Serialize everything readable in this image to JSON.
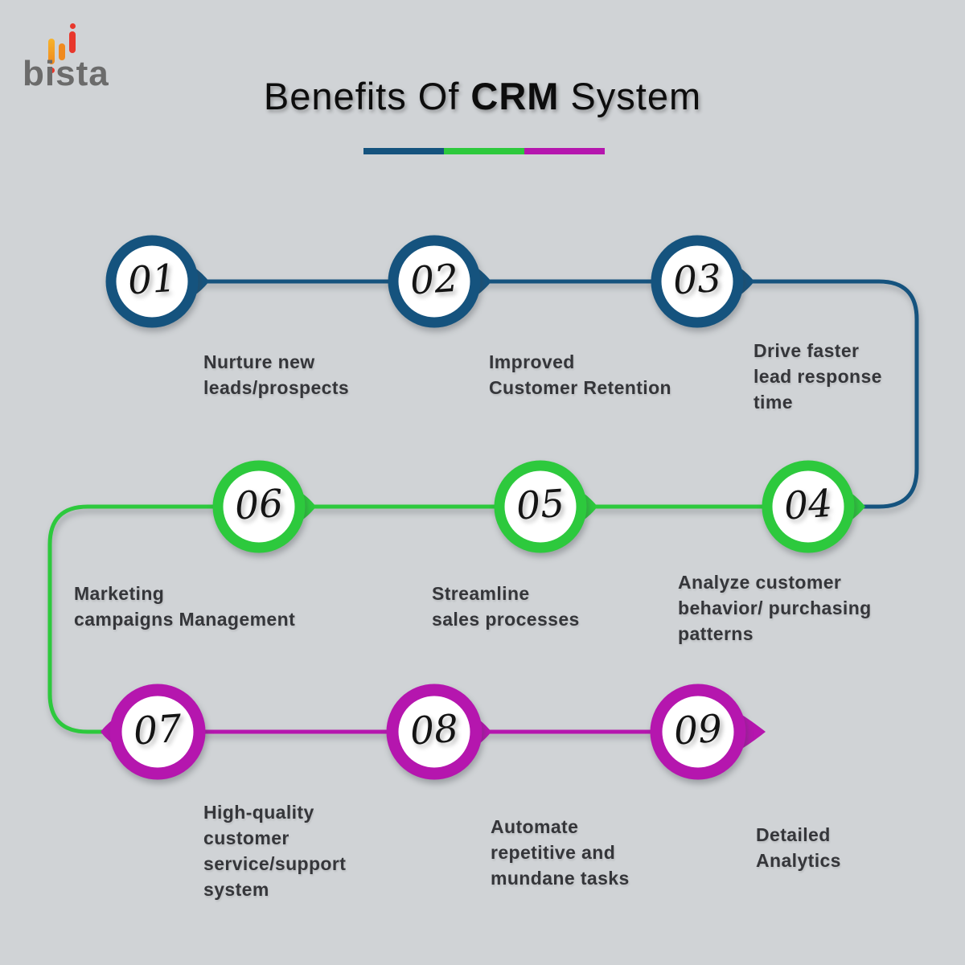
{
  "logo": {
    "text": "bista"
  },
  "title": {
    "prefix": "Benefits Of",
    "highlight": "CRM",
    "suffix": "System"
  },
  "colors": {
    "background": "#D0D3D6",
    "navy": "#15537E",
    "green": "#2DC93D",
    "magenta": "#B516AE",
    "title_text": "#0D0D0D",
    "label_text": "#35363A",
    "number_text": "#141414",
    "logo_gray": "#6B6B6B",
    "logo_orange": "#F08A1F",
    "logo_amber": "#F7B32B",
    "logo_red": "#E8372C"
  },
  "steps": [
    {
      "number": "01",
      "label": "Nurture new\nleads/prospects"
    },
    {
      "number": "02",
      "label": "Improved\nCustomer Retention"
    },
    {
      "number": "03",
      "label": "Drive faster\nlead response\ntime"
    },
    {
      "number": "04",
      "label": "Analyze customer\nbehavior/ purchasing\npatterns"
    },
    {
      "number": "05",
      "label": "Streamline\nsales processes"
    },
    {
      "number": "06",
      "label": "Marketing\ncampaigns Management"
    },
    {
      "number": "07",
      "label": "High-quality\ncustomer\nservice/support\nsystem"
    },
    {
      "number": "08",
      "label": "Automate\nrepetitive and\nmundane tasks"
    },
    {
      "number": "09",
      "label": "Detailed\nAnalytics"
    }
  ]
}
